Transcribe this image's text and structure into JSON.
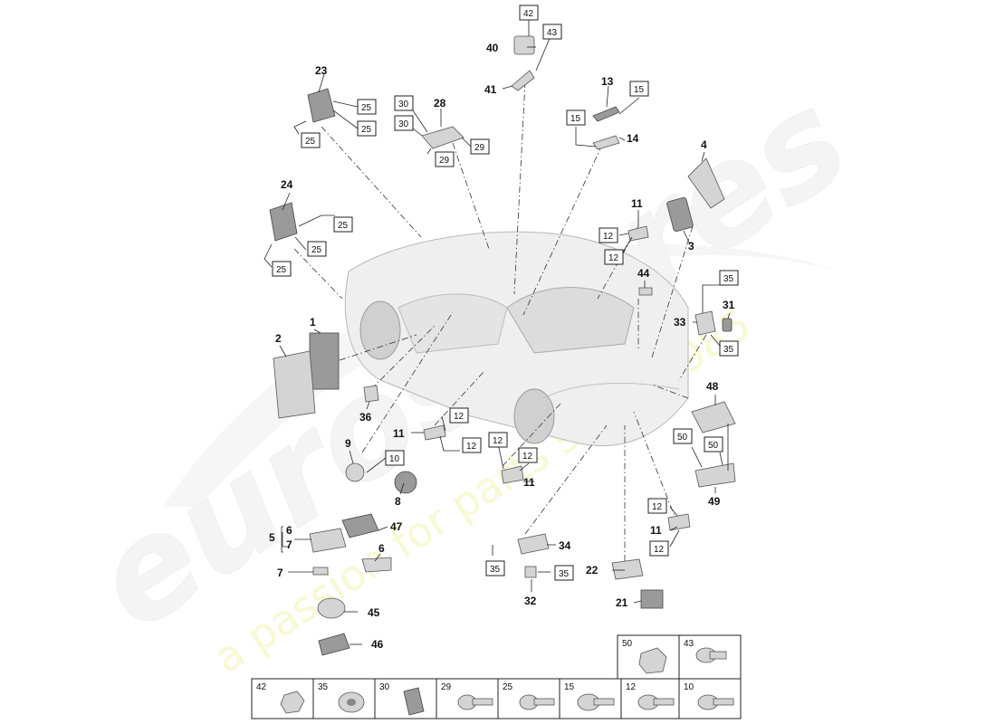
{
  "watermark": {
    "brand": "eurospares",
    "slogan": "a passion for parts since 1985"
  },
  "callouts": {
    "p1": "1",
    "p2": "2",
    "p3": "3",
    "p4": "4",
    "p5": "5",
    "p6a": "6",
    "p6b": "6",
    "p7a": "7",
    "p7b": "7",
    "p8": "8",
    "p9": "9",
    "p11a": "11",
    "p11b": "11",
    "p11c": "11",
    "p11d": "11",
    "p13": "13",
    "p14": "14",
    "p21": "21",
    "p22": "22",
    "p23": "23",
    "p24": "24",
    "p28": "28",
    "p31": "31",
    "p32": "32",
    "p33": "33",
    "p34": "34",
    "p36": "36",
    "p40": "40",
    "p41": "41",
    "p44": "44",
    "p45": "45",
    "p46": "46",
    "p47": "47",
    "p48": "48",
    "p49": "49"
  },
  "boxed_refs": {
    "b42": "42",
    "b43": "43",
    "b15a": "15",
    "b15b": "15",
    "b30a": "30",
    "b30b": "30",
    "b29a": "29",
    "b29b": "29",
    "b25a": "25",
    "b25b": "25",
    "b25c": "25",
    "b25d": "25",
    "b25e": "25",
    "b25f": "25",
    "b12a": "12",
    "b12b": "12",
    "b12c": "12",
    "b12d": "12",
    "b12e": "12",
    "b12f": "12",
    "b12g": "12",
    "b12h": "12",
    "b35a": "35",
    "b35b": "35",
    "b35c": "35",
    "b35d": "35",
    "b10": "10",
    "b50a": "50",
    "b50b": "50"
  },
  "fasteners_table": {
    "top_row": [
      "50",
      "43"
    ],
    "bottom_row": [
      "42",
      "35",
      "30",
      "29",
      "25",
      "15",
      "12",
      "10"
    ]
  }
}
